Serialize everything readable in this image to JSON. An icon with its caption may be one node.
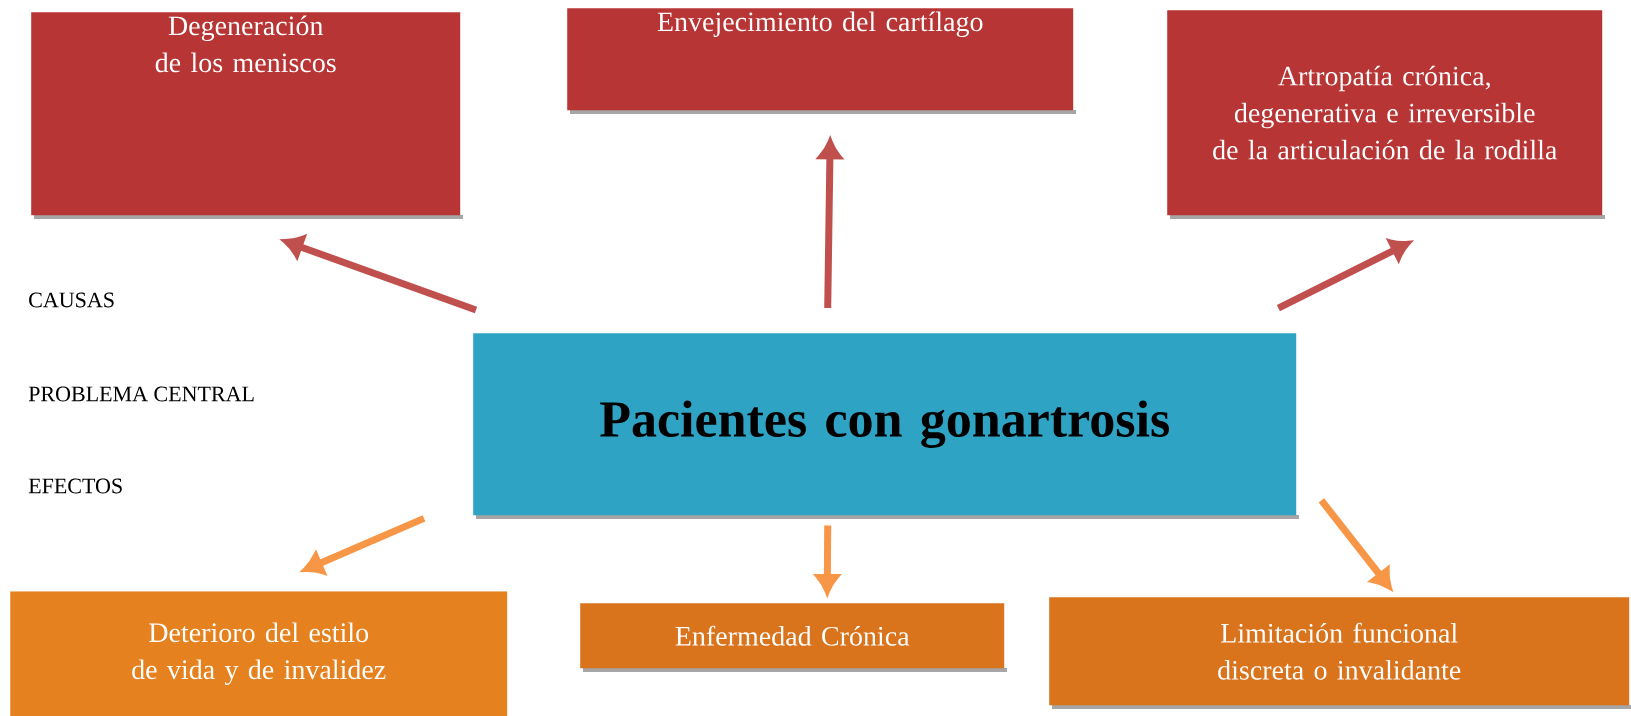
{
  "diagram": {
    "nodes": [
      {
        "text": [
          "Degeneración de los meniscos"
        ]
      },
      {
        "text": [
          "Envejecimiento del cartílago"
        ]
      },
      {
        "text": [
          "Artropatía crónica, degenerativa e irreversible de la articulación de la rodilla"
        ]
      },
      {
        "text": [
          "Pacientes con gonartrosis"
        ]
      },
      {
        "text": [
          "Deterioro del estilo de vida y de invalidez"
        ]
      },
      {
        "text": [
          "Enfermedad Crónica"
        ]
      },
      {
        "text": [
          "Limitación funcional discreta o invalidante"
        ]
      }
    ],
    "edges": [
      {
        "from": 3,
        "to": 0,
        "arrow": "to"
      },
      {
        "from": 3,
        "to": 1,
        "arrow": "to"
      },
      {
        "from": 3,
        "to": 2,
        "arrow": "to"
      },
      {
        "from": 3,
        "to": 4,
        "arrow": "to",
        "color": "#f79646"
      },
      {
        "from": 3,
        "to": 5,
        "arrow": "to",
        "color": "#f79646"
      },
      {
        "from": 3,
        "to": 6,
        "arrow": "to",
        "color": "#f79646"
      }
    ],
    "labels": [
      "CAUSAS",
      "PROBLEMA CENTRAL",
      "EFECTOS"
    ]
  }
}
